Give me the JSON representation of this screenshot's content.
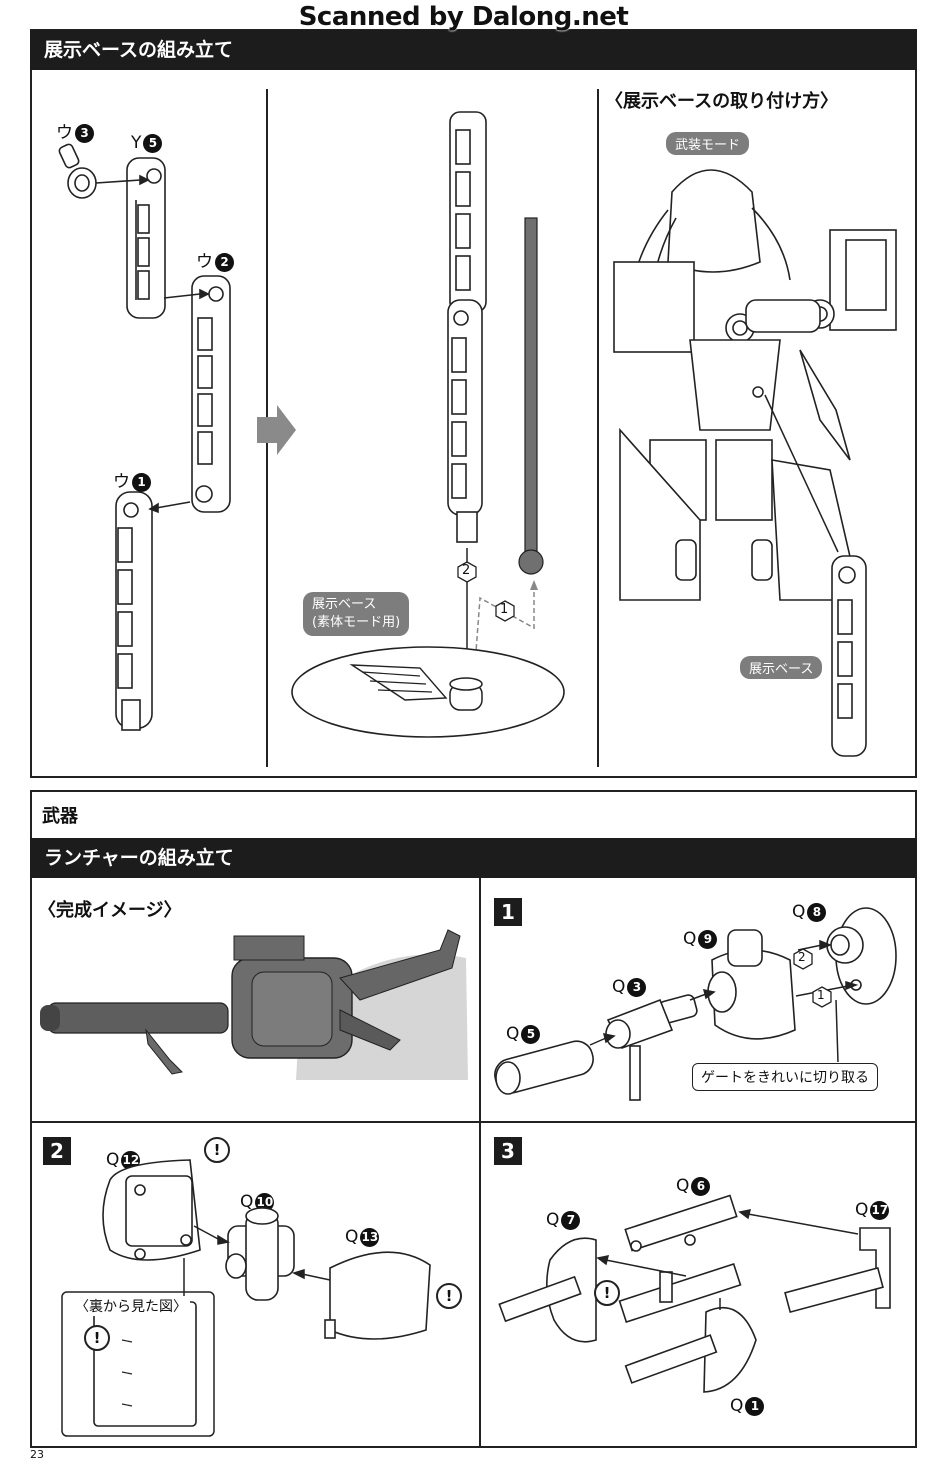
{
  "watermark": "Scanned by Dalong.net",
  "section1": {
    "header": "展示ベースの組み立て",
    "parts": {
      "u3": {
        "prefix": "ウ",
        "num": "3"
      },
      "y5": {
        "prefix": "Y",
        "num": "5"
      },
      "u2": {
        "prefix": "ウ",
        "num": "2"
      },
      "u1": {
        "prefix": "ウ",
        "num": "1"
      }
    },
    "order_2": "2",
    "order_1": "1",
    "base_label_line1": "展示ベース",
    "base_label_line2": "(素体モード用)",
    "mount_title": "〈展示ベースの取り付け方〉",
    "mode_label": "武装モード",
    "base_label": "展示ベース"
  },
  "section2": {
    "category": "武器",
    "header": "ランチャーの組み立て",
    "completed_title": "〈完成イメージ〉",
    "step1": {
      "number": "1",
      "parts": {
        "q8": {
          "prefix": "Q",
          "num": "8"
        },
        "q9": {
          "prefix": "Q",
          "num": "9"
        },
        "q3": {
          "prefix": "Q",
          "num": "3"
        },
        "q5": {
          "prefix": "Q",
          "num": "5"
        }
      },
      "order_2": "2",
      "order_1": "1",
      "note": "ゲートをきれいに切り取る"
    },
    "step2": {
      "number": "2",
      "parts": {
        "q12": {
          "prefix": "Q",
          "num": "12"
        },
        "q10": {
          "prefix": "Q",
          "num": "10"
        },
        "q13": {
          "prefix": "Q",
          "num": "13"
        }
      },
      "back_view_title": "〈裏から見た図〉",
      "warn": "!"
    },
    "step3": {
      "number": "3",
      "parts": {
        "q6": {
          "prefix": "Q",
          "num": "6"
        },
        "q7": {
          "prefix": "Q",
          "num": "7"
        },
        "q17": {
          "prefix": "Q",
          "num": "17"
        },
        "q1": {
          "prefix": "Q",
          "num": "1"
        }
      },
      "warn": "!"
    }
  },
  "page_number": "23"
}
